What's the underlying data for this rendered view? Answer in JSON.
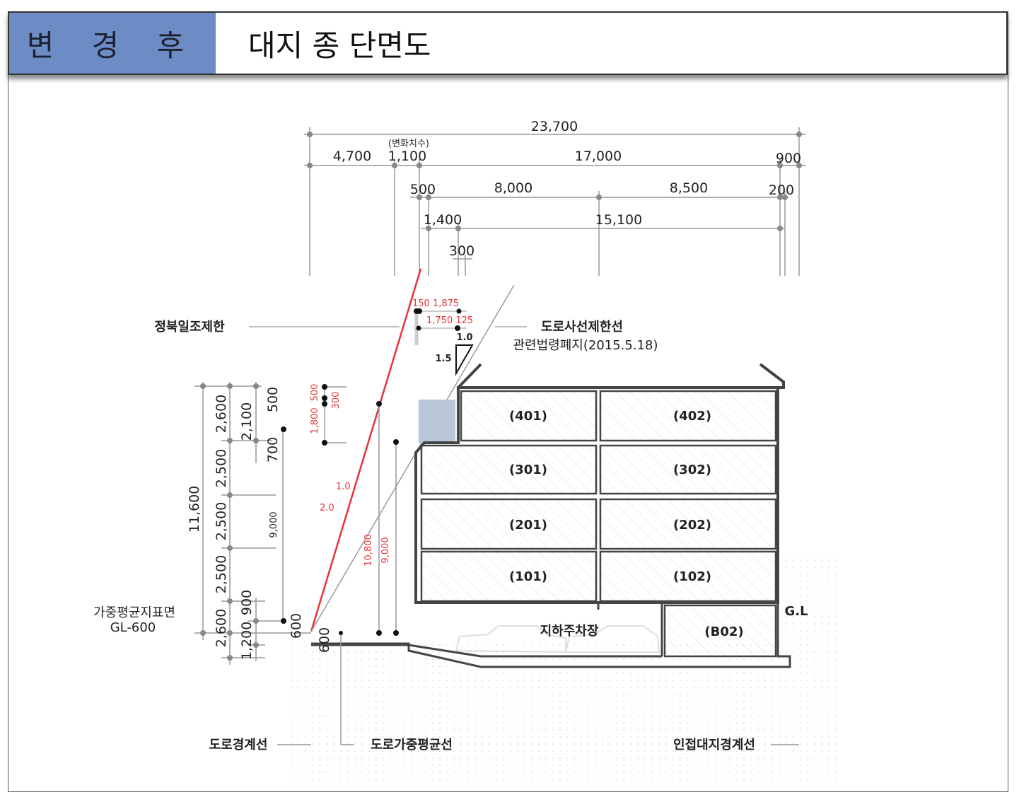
{
  "header": {
    "status": "변 경 후",
    "title": "대지 종 단면도"
  },
  "colors": {
    "header_tag": "#6d8cc6",
    "red_line": "#e8323a",
    "sky_block": "#b9c6d8"
  },
  "top_dimensions": {
    "total": "23,700",
    "note": "(변화치수)",
    "row1": [
      "4,700",
      "1,100",
      "17,000",
      "900"
    ],
    "row2": [
      "500",
      "8,000",
      "8,500",
      "200"
    ],
    "row3": [
      "1,400",
      "15,100"
    ],
    "row4": [
      "300"
    ]
  },
  "left_dimensions": {
    "total": "11,600",
    "floors": [
      "2,600",
      "2,500",
      "2,500",
      "2,500",
      "2,600"
    ],
    "upper": [
      "2,100",
      "500",
      "700"
    ],
    "lower": [
      "900",
      "1,200"
    ],
    "inner": "9,000",
    "gl_offsets": [
      "600",
      "600"
    ]
  },
  "red_dimensions": {
    "top1": "150  1,875",
    "top2": "1,750  125",
    "v1": "1,800",
    "v2": "500",
    "v3": "300",
    "slope_a": "1.0",
    "slope_b": "2.0",
    "h1": "10,800",
    "h2": "9,000"
  },
  "labels": {
    "north_sun": "정북일조제한",
    "road_slant": "도로사선제한선",
    "repealed": "관련법령폐지(2015.5.18)",
    "slope_top": "1.0",
    "slope_side": "1.5",
    "weighted_ground": "가중평균지표면",
    "gl_600": "GL-600",
    "parking": "지하주차장",
    "gl": "G.L",
    "road_boundary": "도로경계선",
    "road_weighted": "도로가중평균선",
    "adjacent_boundary": "인접대지경계선"
  },
  "rooms": [
    "(401)",
    "(402)",
    "(301)",
    "(302)",
    "(201)",
    "(202)",
    "(101)",
    "(102)",
    "(B02)"
  ]
}
